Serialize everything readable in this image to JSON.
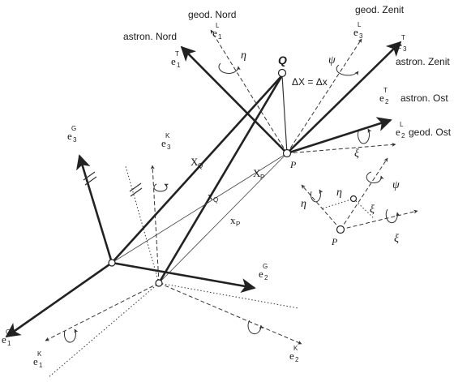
{
  "labels": {
    "geod_nord": "geod. Nord",
    "geod_zenit": "geod. Zenit",
    "astron_nord": "astron. Nord",
    "astron_zenit": "astron. Zenit",
    "astron_ost": "astron. Ost",
    "geod_ost": "geod. Ost",
    "delta_x": "ΔX = Δx"
  },
  "points": {
    "Q": "Q",
    "P": "P"
  },
  "vectors": {
    "X_Q": "X",
    "X_P": "X",
    "x_Q": "x",
    "x_P": "x",
    "sub_Q": "Q",
    "sub_P": "P"
  },
  "axes": {
    "e": "e",
    "e1": "1",
    "e2": "2",
    "e3": "3",
    "G": "G",
    "K": "K",
    "L": "L",
    "T": "T"
  },
  "angles": {
    "eta": "η",
    "xi": "ξ",
    "psi": "ψ"
  }
}
